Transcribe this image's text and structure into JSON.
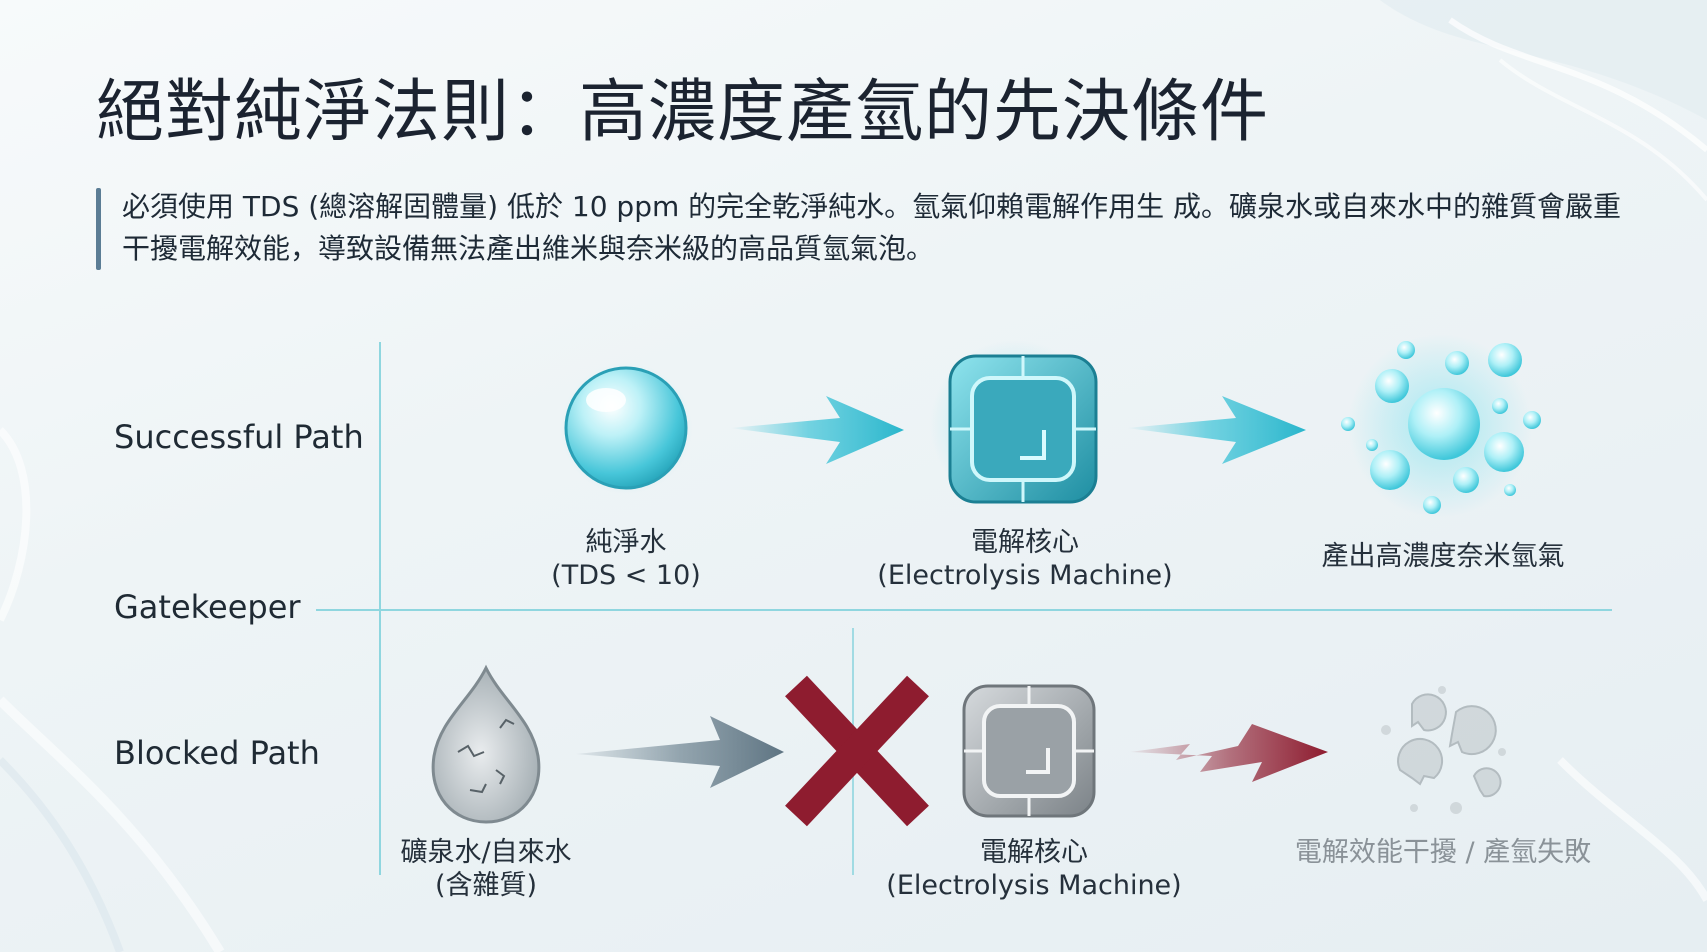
{
  "title": "絕對純淨法則：高濃度產氫的先決條件",
  "description": "必須使用 TDS (總溶解固體量) 低於 10 ppm 的完全乾淨純水。氫氣仰賴電解作用生 成。礦泉水或自來水中的雜質會嚴重干擾電解效能，導致設備無法產出維米與奈米級的高品質氫氣泡。",
  "rows": {
    "successful": "Successful Path",
    "gatekeeper": "Gatekeeper",
    "blocked": "Blocked Path"
  },
  "successful_path": {
    "pure_water": {
      "line1": "純淨水",
      "line2": "(TDS < 10)",
      "icon": "water-sphere-icon"
    },
    "machine": {
      "line1": "電解核心",
      "line2": "(Electrolysis Machine)",
      "icon": "electrolysis-core-icon"
    },
    "output": {
      "line1": "產出高濃度奈米氫氣",
      "icon": "hydrogen-bubbles-icon"
    }
  },
  "blocked_path": {
    "impure_water": {
      "line1": "礦泉水/自來水",
      "line2": "(含雜質)",
      "icon": "impure-water-drop-icon"
    },
    "blocker": {
      "icon": "red-x-icon"
    },
    "machine": {
      "line1": "電解核心",
      "line2": "(Electrolysis Machine)",
      "icon": "electrolysis-core-gray-icon"
    },
    "output": {
      "line1": "電解效能干擾 / 產氫失敗",
      "icon": "broken-bubbles-icon"
    }
  },
  "colors": {
    "accent_cyan": "#3ec4d8",
    "block_red": "#8e1c2f",
    "divider": "#8fd6df",
    "muted_text": "#8a9298"
  }
}
